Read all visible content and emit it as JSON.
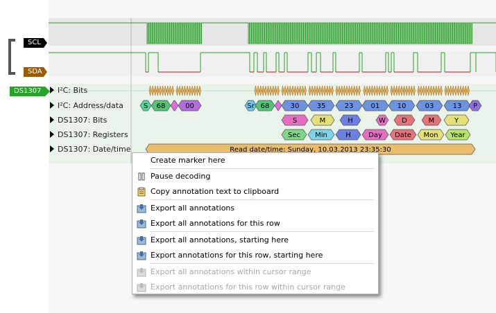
{
  "channels": [
    {
      "name": "SCL",
      "color": "#000000"
    },
    {
      "name": "SDA",
      "color": "#9a5b00"
    }
  ],
  "decoder": {
    "name": "DS1307",
    "color": "#27a327"
  },
  "rows": [
    {
      "label": "I²C: Bits"
    },
    {
      "label": "I²C: Address/data"
    },
    {
      "label": "DS1307: Bits"
    },
    {
      "label": "DS1307: Registers"
    },
    {
      "label": "DS1307: Date/time"
    }
  ],
  "address_row": {
    "start_label": "S",
    "addr1": "68",
    "data1": "00",
    "restart_label": "Sr",
    "addr2": "68",
    "values": [
      "30",
      "35",
      "23",
      "01",
      "10",
      "03",
      "13"
    ],
    "stop_label": "P"
  },
  "ds_bits": [
    "S",
    "M",
    "H",
    "W",
    "D",
    "M",
    "Y"
  ],
  "registers": [
    "Sec",
    "Min",
    "H",
    "Day",
    "Date",
    "Mon",
    "Year"
  ],
  "datetime": "Read date/time: Sunday, 10.03.2013 23:35:30",
  "colors": {
    "signal_green": "#27a327",
    "sda_red": "#c0151b",
    "bits": "#e4ad5a",
    "addr": "#55c37a",
    "data_purple": "#b46be0",
    "data_blue": "#6c92e0",
    "reg_green": "#7ed688",
    "reg_cyan": "#7dd3e8",
    "reg_blue": "#6d7fe0",
    "reg_pink": "#e46fc1",
    "reg_red": "#e5737a",
    "reg_yellow": "#e3e07a",
    "reg_lime": "#b8e36b",
    "datetime_bar": "#e9bd6c"
  },
  "menu": {
    "items": [
      {
        "label": "Create marker here",
        "enabled": true,
        "icon": "none"
      },
      {
        "label": "Pause decoding",
        "enabled": true,
        "icon": "pause-icon"
      },
      {
        "label": "Copy annotation text to clipboard",
        "enabled": true,
        "icon": "clipboard-icon"
      },
      {
        "label": "Export all annotations",
        "enabled": true,
        "icon": "export-icon"
      },
      {
        "label": "Export all annotations for this row",
        "enabled": true,
        "icon": "export-icon"
      },
      {
        "label": "Export all annotations, starting here",
        "enabled": true,
        "icon": "export-icon"
      },
      {
        "label": "Export annotations for this row, starting here",
        "enabled": true,
        "icon": "export-icon"
      },
      {
        "label": "Export all annotations within cursor range",
        "enabled": false,
        "icon": "export-icon"
      },
      {
        "label": "Export annotations for this row within cursor range",
        "enabled": false,
        "icon": "export-icon"
      }
    ]
  }
}
